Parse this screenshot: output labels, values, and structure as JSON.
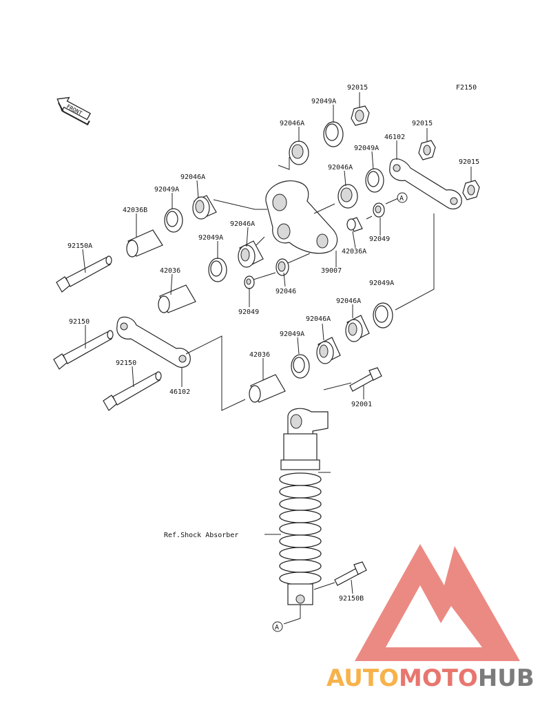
{
  "diagram": {
    "code": "F2150",
    "front_label": "FRONT",
    "ref_label": "Ref.Shock Absorber",
    "callout_letter": "A",
    "parts": [
      {
        "id": "p1",
        "number": "92015"
      },
      {
        "id": "p2",
        "number": "92049A"
      },
      {
        "id": "p3",
        "number": "92046A"
      },
      {
        "id": "p4",
        "number": "92015"
      },
      {
        "id": "p5",
        "number": "46102"
      },
      {
        "id": "p6",
        "number": "92049A"
      },
      {
        "id": "p7",
        "number": "92015"
      },
      {
        "id": "p8",
        "number": "92046A"
      },
      {
        "id": "p9",
        "number": "92046A"
      },
      {
        "id": "p10",
        "number": "92049A"
      },
      {
        "id": "p11",
        "number": "42036B"
      },
      {
        "id": "p12",
        "number": "92150A"
      },
      {
        "id": "p13",
        "number": "92046A"
      },
      {
        "id": "p14",
        "number": "92049A"
      },
      {
        "id": "p15",
        "number": "92049"
      },
      {
        "id": "p16",
        "number": "42036A"
      },
      {
        "id": "p17",
        "number": "39007"
      },
      {
        "id": "p18",
        "number": "42036"
      },
      {
        "id": "p19",
        "number": "92046"
      },
      {
        "id": "p20",
        "number": "92049"
      },
      {
        "id": "p21",
        "number": "92049A"
      },
      {
        "id": "p22",
        "number": "92046A"
      },
      {
        "id": "p23",
        "number": "92046A"
      },
      {
        "id": "p24",
        "number": "92150"
      },
      {
        "id": "p25",
        "number": "92049A"
      },
      {
        "id": "p26",
        "number": "42036"
      },
      {
        "id": "p27",
        "number": "92150"
      },
      {
        "id": "p28",
        "number": "46102"
      },
      {
        "id": "p29",
        "number": "92001"
      },
      {
        "id": "p30",
        "number": "92150B"
      }
    ]
  },
  "watermark": {
    "brand_part1": "AUTO",
    "brand_part2": "MOTO",
    "brand_part3": "HUB",
    "colors": {
      "orange": "#f7b24a",
      "red": "#e8766e",
      "gray": "#7b7b7b"
    }
  }
}
